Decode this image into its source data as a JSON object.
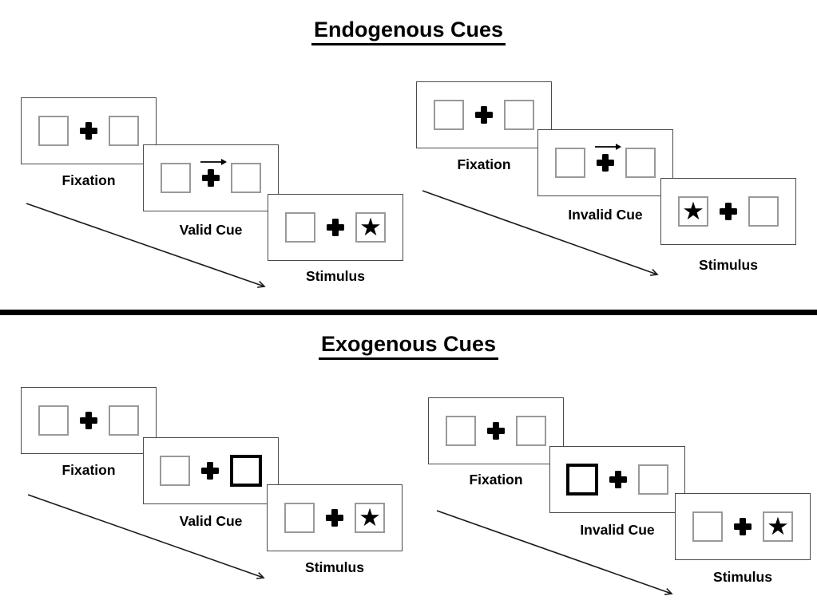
{
  "page": {
    "background": "#ffffff"
  },
  "colors": {
    "ink": "#000000",
    "panel_border": "#4a4a4a",
    "placeholder_box_border": "#999999",
    "bold_cue_box_border": "#000000",
    "divider": "#000000"
  },
  "glyphs": {
    "target_star": "★"
  },
  "icons": {
    "fixation_cross": "plus-shape",
    "endogenous_cue": "right-arrow",
    "timeline": "diagonal-arrow"
  },
  "sections": [
    {
      "title": "Endogenous Cues",
      "trials": [
        {
          "name": "valid",
          "panels": [
            {
              "label": "Fixation"
            },
            {
              "label": "Valid Cue",
              "cue": "arrow-right-above-fixation"
            },
            {
              "label": "Stimulus",
              "star_side": "right"
            }
          ]
        },
        {
          "name": "invalid",
          "panels": [
            {
              "label": "Fixation"
            },
            {
              "label": "Invalid Cue",
              "cue": "arrow-right-above-fixation"
            },
            {
              "label": "Stimulus",
              "star_side": "left"
            }
          ]
        }
      ]
    },
    {
      "title": "Exogenous Cues",
      "trials": [
        {
          "name": "valid",
          "panels": [
            {
              "label": "Fixation"
            },
            {
              "label": "Valid Cue",
              "cue": "bold-box-right"
            },
            {
              "label": "Stimulus",
              "star_side": "right"
            }
          ]
        },
        {
          "name": "invalid",
          "panels": [
            {
              "label": "Fixation"
            },
            {
              "label": "Invalid Cue",
              "cue": "bold-box-left"
            },
            {
              "label": "Stimulus",
              "star_side": "right"
            }
          ]
        }
      ]
    }
  ]
}
